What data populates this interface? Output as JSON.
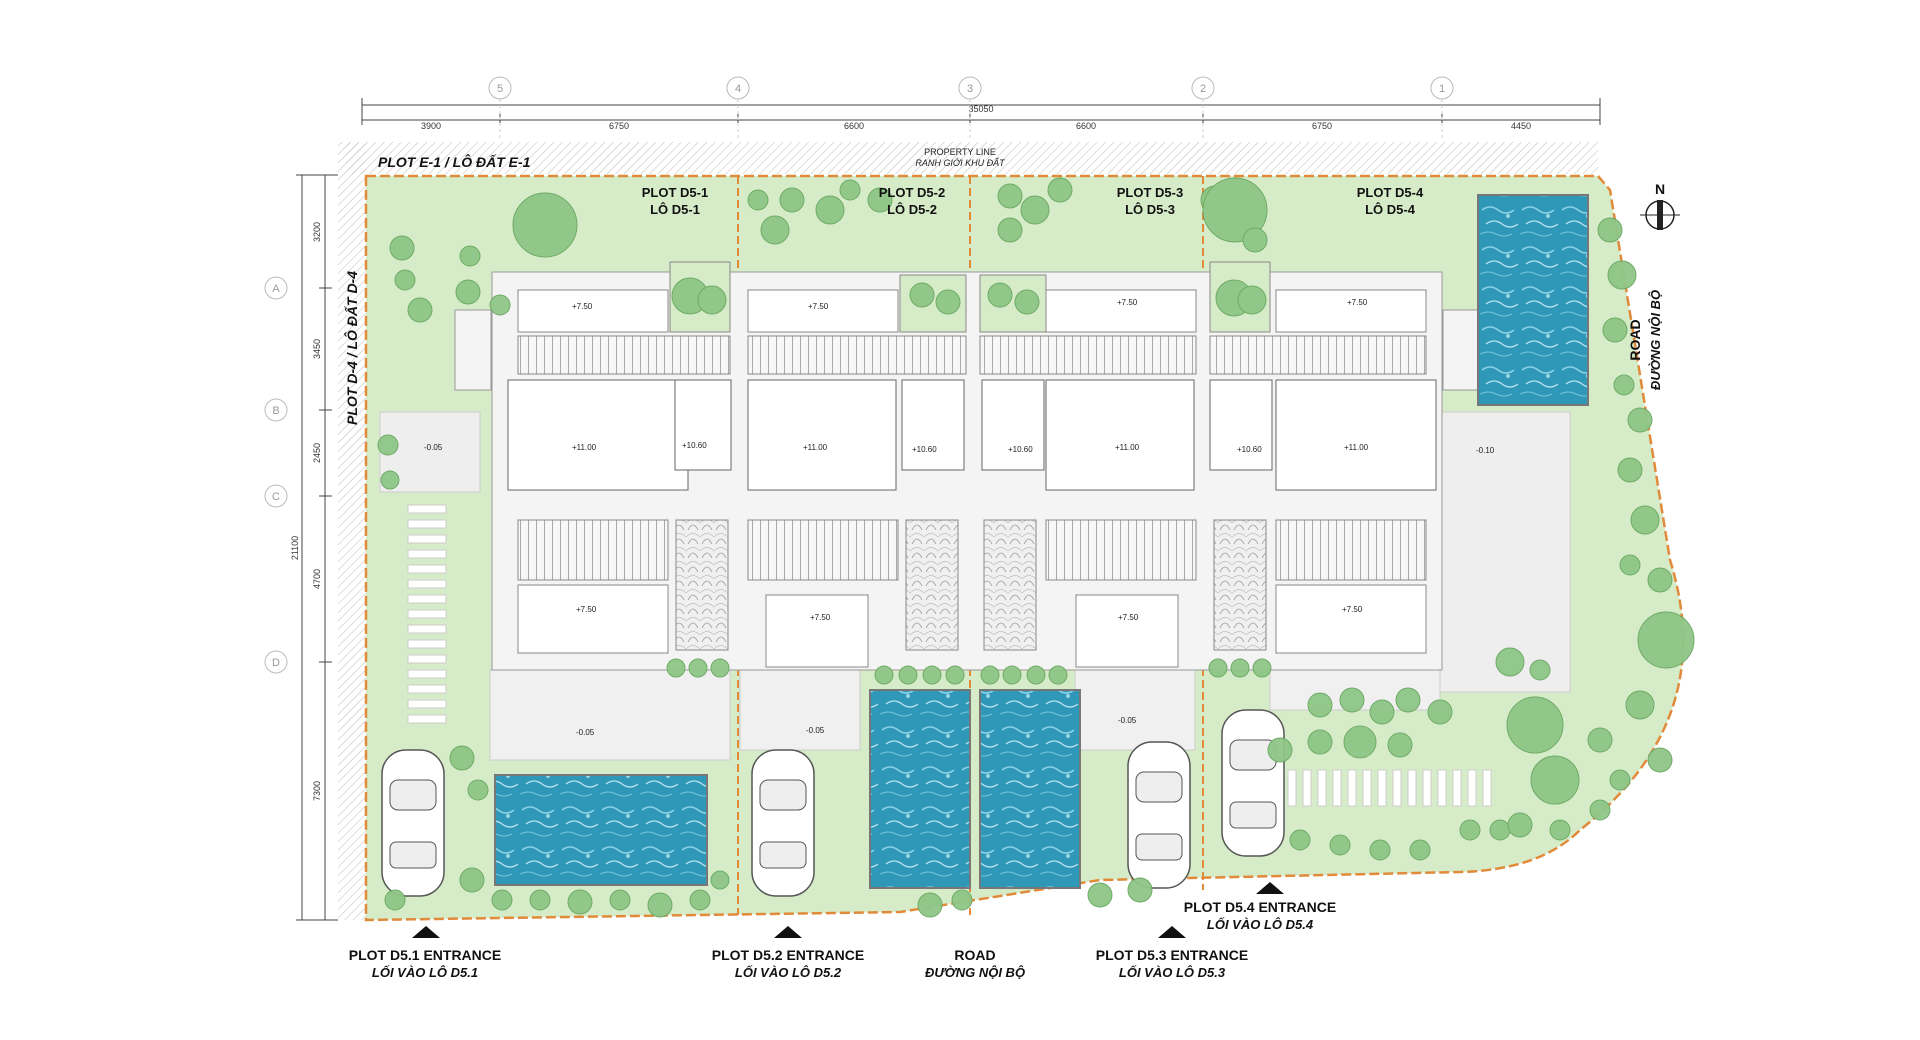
{
  "top_dims": {
    "overall": "35050",
    "segments": [
      "3900",
      "6750",
      "6600",
      "6600",
      "6750",
      "4450"
    ]
  },
  "left_dims": {
    "overall": "21100",
    "segments": [
      "3200",
      "3450",
      "2450",
      "4700",
      "7300"
    ]
  },
  "grid": {
    "columns": [
      "5",
      "4",
      "3",
      "2",
      "1"
    ],
    "rows": [
      "A",
      "B",
      "C",
      "D"
    ]
  },
  "boundary": {
    "plot_e1": "PLOT E-1 / LÔ ĐẤT E-1",
    "plot_d4": "PLOT D-4 / LÔ ĐẤT D-4",
    "property_line": "PROPERTY LINE",
    "property_line_vi": "RANH GIỚI KHU ĐẤT"
  },
  "plots": [
    {
      "name": "PLOT D5-1",
      "name_vi": "LÔ D5-1"
    },
    {
      "name": "PLOT D5-2",
      "name_vi": "LÔ D5-2"
    },
    {
      "name": "PLOT D5-3",
      "name_vi": "LÔ D5-3"
    },
    {
      "name": "PLOT D5-4",
      "name_vi": "LÔ D5-4"
    }
  ],
  "levels": {
    "top_terrace": "+7.50",
    "roof_main": "+11.00",
    "roof_mid": "+10.60",
    "bottom_terrace": "+7.50",
    "garden_left": "-0.05",
    "garden_right": "-0.10",
    "yard": "-0.05"
  },
  "entrances": [
    {
      "label": "PLOT D5.1 ENTRANCE",
      "label_vi": "LỐI VÀO LÔ D5.1"
    },
    {
      "label": "PLOT D5.2 ENTRANCE",
      "label_vi": "LỐI VÀO LÔ D5.2"
    },
    {
      "label": "PLOT D5.3 ENTRANCE",
      "label_vi": "LỐI VÀO LÔ D5.3"
    },
    {
      "label": "PLOT D5.4 ENTRANCE",
      "label_vi": "LỐI VÀO LÔ D5.4"
    }
  ],
  "road_bottom": {
    "label": "ROAD",
    "label_vi": "ĐƯỜNG NỘI BỘ"
  },
  "road_right": {
    "label": "ROAD",
    "label_vi": "ĐƯỜNG NỘI BỘ"
  },
  "north_arrow": "N",
  "colors": {
    "lawn": "#d6ecc8",
    "tree": "#8fc687",
    "pool": "#2f97b8",
    "property_line": "#e08a3a",
    "building": "#f4f4f4",
    "paving": "#e4e4e4"
  }
}
